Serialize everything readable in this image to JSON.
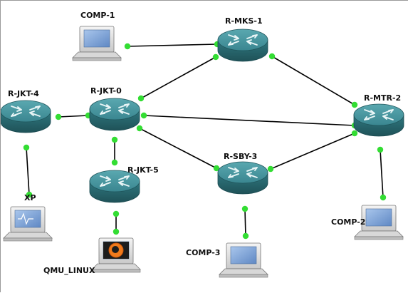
{
  "colors": {
    "link": "#000000",
    "port": "#33dd33",
    "router_top": "#3f8f97",
    "router_side": "#25636a",
    "screen": "#7fa6d8"
  },
  "nodes": {
    "comp1": {
      "label": "COMP-1",
      "icon": "computer-icon"
    },
    "rmks1": {
      "label": "R-MKS-1",
      "icon": "router-icon"
    },
    "rjkt4": {
      "label": "R-JKT-4",
      "icon": "router-icon"
    },
    "rjkt0": {
      "label": "R-JKT-0",
      "icon": "router-icon"
    },
    "rmtr2": {
      "label": "R-MTR-2",
      "icon": "router-icon"
    },
    "rjkt5": {
      "label": "R-JKT-5",
      "icon": "router-icon"
    },
    "rsby3": {
      "label": "R-SBY-3",
      "icon": "router-icon"
    },
    "xp": {
      "label": "XP",
      "icon": "computer-icon"
    },
    "comp2": {
      "label": "COMP-2",
      "icon": "computer-icon"
    },
    "comp3": {
      "label": "COMP-3",
      "icon": "computer-icon"
    },
    "qemu": {
      "label": "QMU_LINUX",
      "icon": "qemu-computer-icon"
    }
  },
  "links": [
    [
      "comp1",
      "rmks1"
    ],
    [
      "rjkt0",
      "rmks1"
    ],
    [
      "rmks1",
      "rmtr2"
    ],
    [
      "rjkt4",
      "rjkt0"
    ],
    [
      "rjkt0",
      "rmtr2"
    ],
    [
      "rjkt0",
      "rsby3"
    ],
    [
      "rjkt0",
      "rjkt5"
    ],
    [
      "rsby3",
      "rmtr2"
    ],
    [
      "rjkt4",
      "xp"
    ],
    [
      "rjkt5",
      "qemu"
    ],
    [
      "rsby3",
      "comp3"
    ],
    [
      "rmtr2",
      "comp2"
    ]
  ]
}
